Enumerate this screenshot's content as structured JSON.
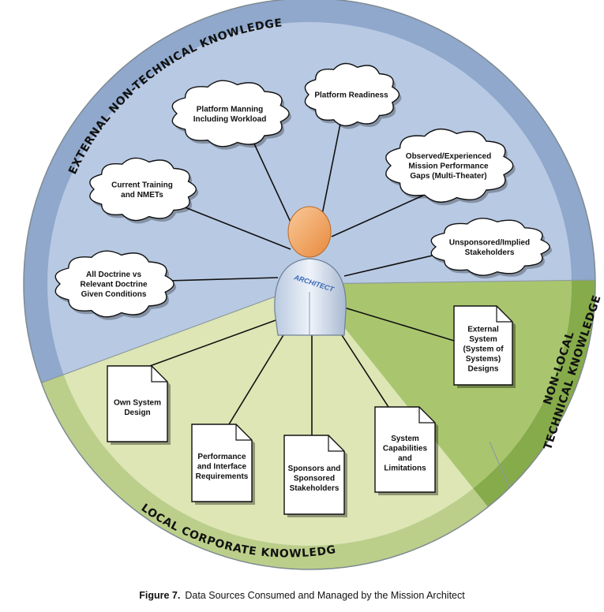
{
  "caption": {
    "figure_label": "Figure 7.",
    "text": "Data Sources Consumed and Managed by the Mission Architect"
  },
  "regions": {
    "external_non_technical": "EXTERNAL NON-TECHNICAL KNOWLEDGE",
    "non_local_line1": "NON-LOCAL",
    "non_local_line2": "TECHNICAL KNOWLEDGE",
    "local_corporate": "LOCAL CORPORATE KNOWLEDGE"
  },
  "architect": {
    "label": "ARCHITECT"
  },
  "clouds": [
    {
      "id": "platform-readiness",
      "lines": [
        "Platform Readiness"
      ]
    },
    {
      "id": "platform-manning",
      "lines": [
        "Platform Manning",
        "Including Workload"
      ]
    },
    {
      "id": "observed-gaps",
      "lines": [
        "Observed/Experienced",
        "Mission Performance",
        "Gaps (Multi-Theater)"
      ]
    },
    {
      "id": "current-training",
      "lines": [
        "Current Training",
        "and NMETs"
      ]
    },
    {
      "id": "unsponsored",
      "lines": [
        "Unsponsored/Implied",
        "Stakeholders"
      ]
    },
    {
      "id": "doctrine",
      "lines": [
        "All Doctrine vs",
        "Relevant Doctrine",
        "Given Conditions"
      ]
    }
  ],
  "documents": [
    {
      "id": "own-system",
      "lines": [
        "Own System",
        "Design"
      ]
    },
    {
      "id": "performance",
      "lines": [
        "Performance",
        "and Interface",
        "Requirements"
      ]
    },
    {
      "id": "sponsors",
      "lines": [
        "Sponsors and",
        "Sponsored",
        "Stakeholders"
      ]
    },
    {
      "id": "capabilities",
      "lines": [
        "System",
        "Capabilities",
        "and",
        "Limitations"
      ]
    },
    {
      "id": "external-system",
      "lines": [
        "External",
        "System",
        "(System of",
        "Systems)",
        "Designs"
      ]
    }
  ]
}
